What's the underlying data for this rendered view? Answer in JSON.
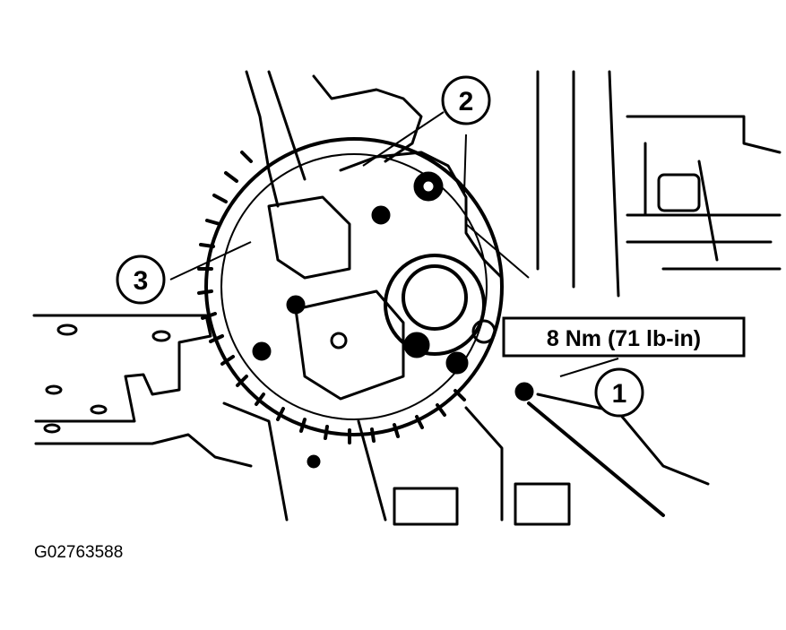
{
  "diagram": {
    "callouts": [
      {
        "id": "1",
        "label": "1"
      },
      {
        "id": "2",
        "label": "2"
      },
      {
        "id": "3",
        "label": "3"
      }
    ],
    "torque_spec": "8 Nm (71 lb-in)",
    "figure_id": "G02763588"
  },
  "colors": {
    "ink": "#000000",
    "paper": "#ffffff"
  }
}
